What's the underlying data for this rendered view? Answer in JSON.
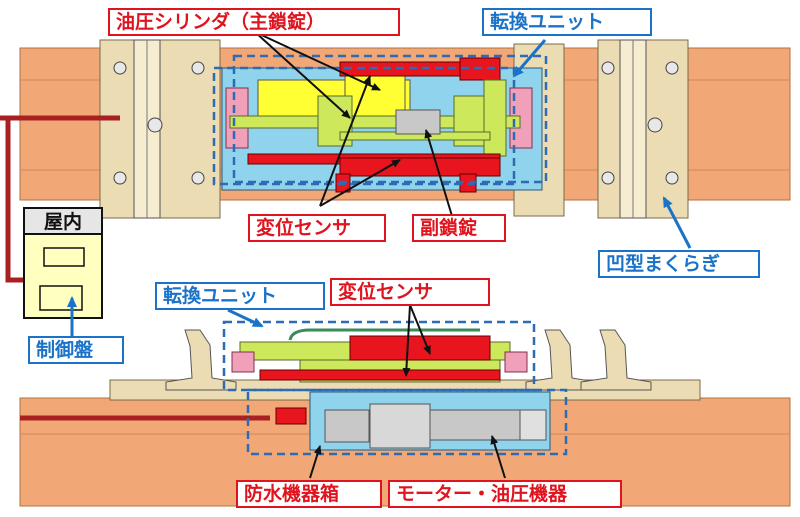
{
  "labels": {
    "main_lock_cylinder": "油圧シリンダ（主鎖錠）",
    "transfer_unit_top": "転換ユニット",
    "displacement_sensor_top": "変位センサ",
    "sub_lock": "副鎖錠",
    "concave_sleeper": "凹型まくらぎ",
    "indoor": "屋内",
    "control_panel": "制御盤",
    "transfer_unit_bottom": "転換ユニット",
    "displacement_sensor_bottom": "変位センサ",
    "waterproof_box": "防水機器箱",
    "motor_hydraulic": "モーター・油圧機器"
  },
  "colors": {
    "red_label": "#e0141e",
    "blue_label": "#1a73c8",
    "sleeper": "#f2a776",
    "tie_plate": "#ecdcb4",
    "box_blue": "#8fd3ec",
    "cylinder_yellow": "#ffff33",
    "unit_green": "#cde85a",
    "sensor_red": "#e8141e",
    "panel_yellow": "#ffffc0",
    "cable": "#a82020"
  }
}
